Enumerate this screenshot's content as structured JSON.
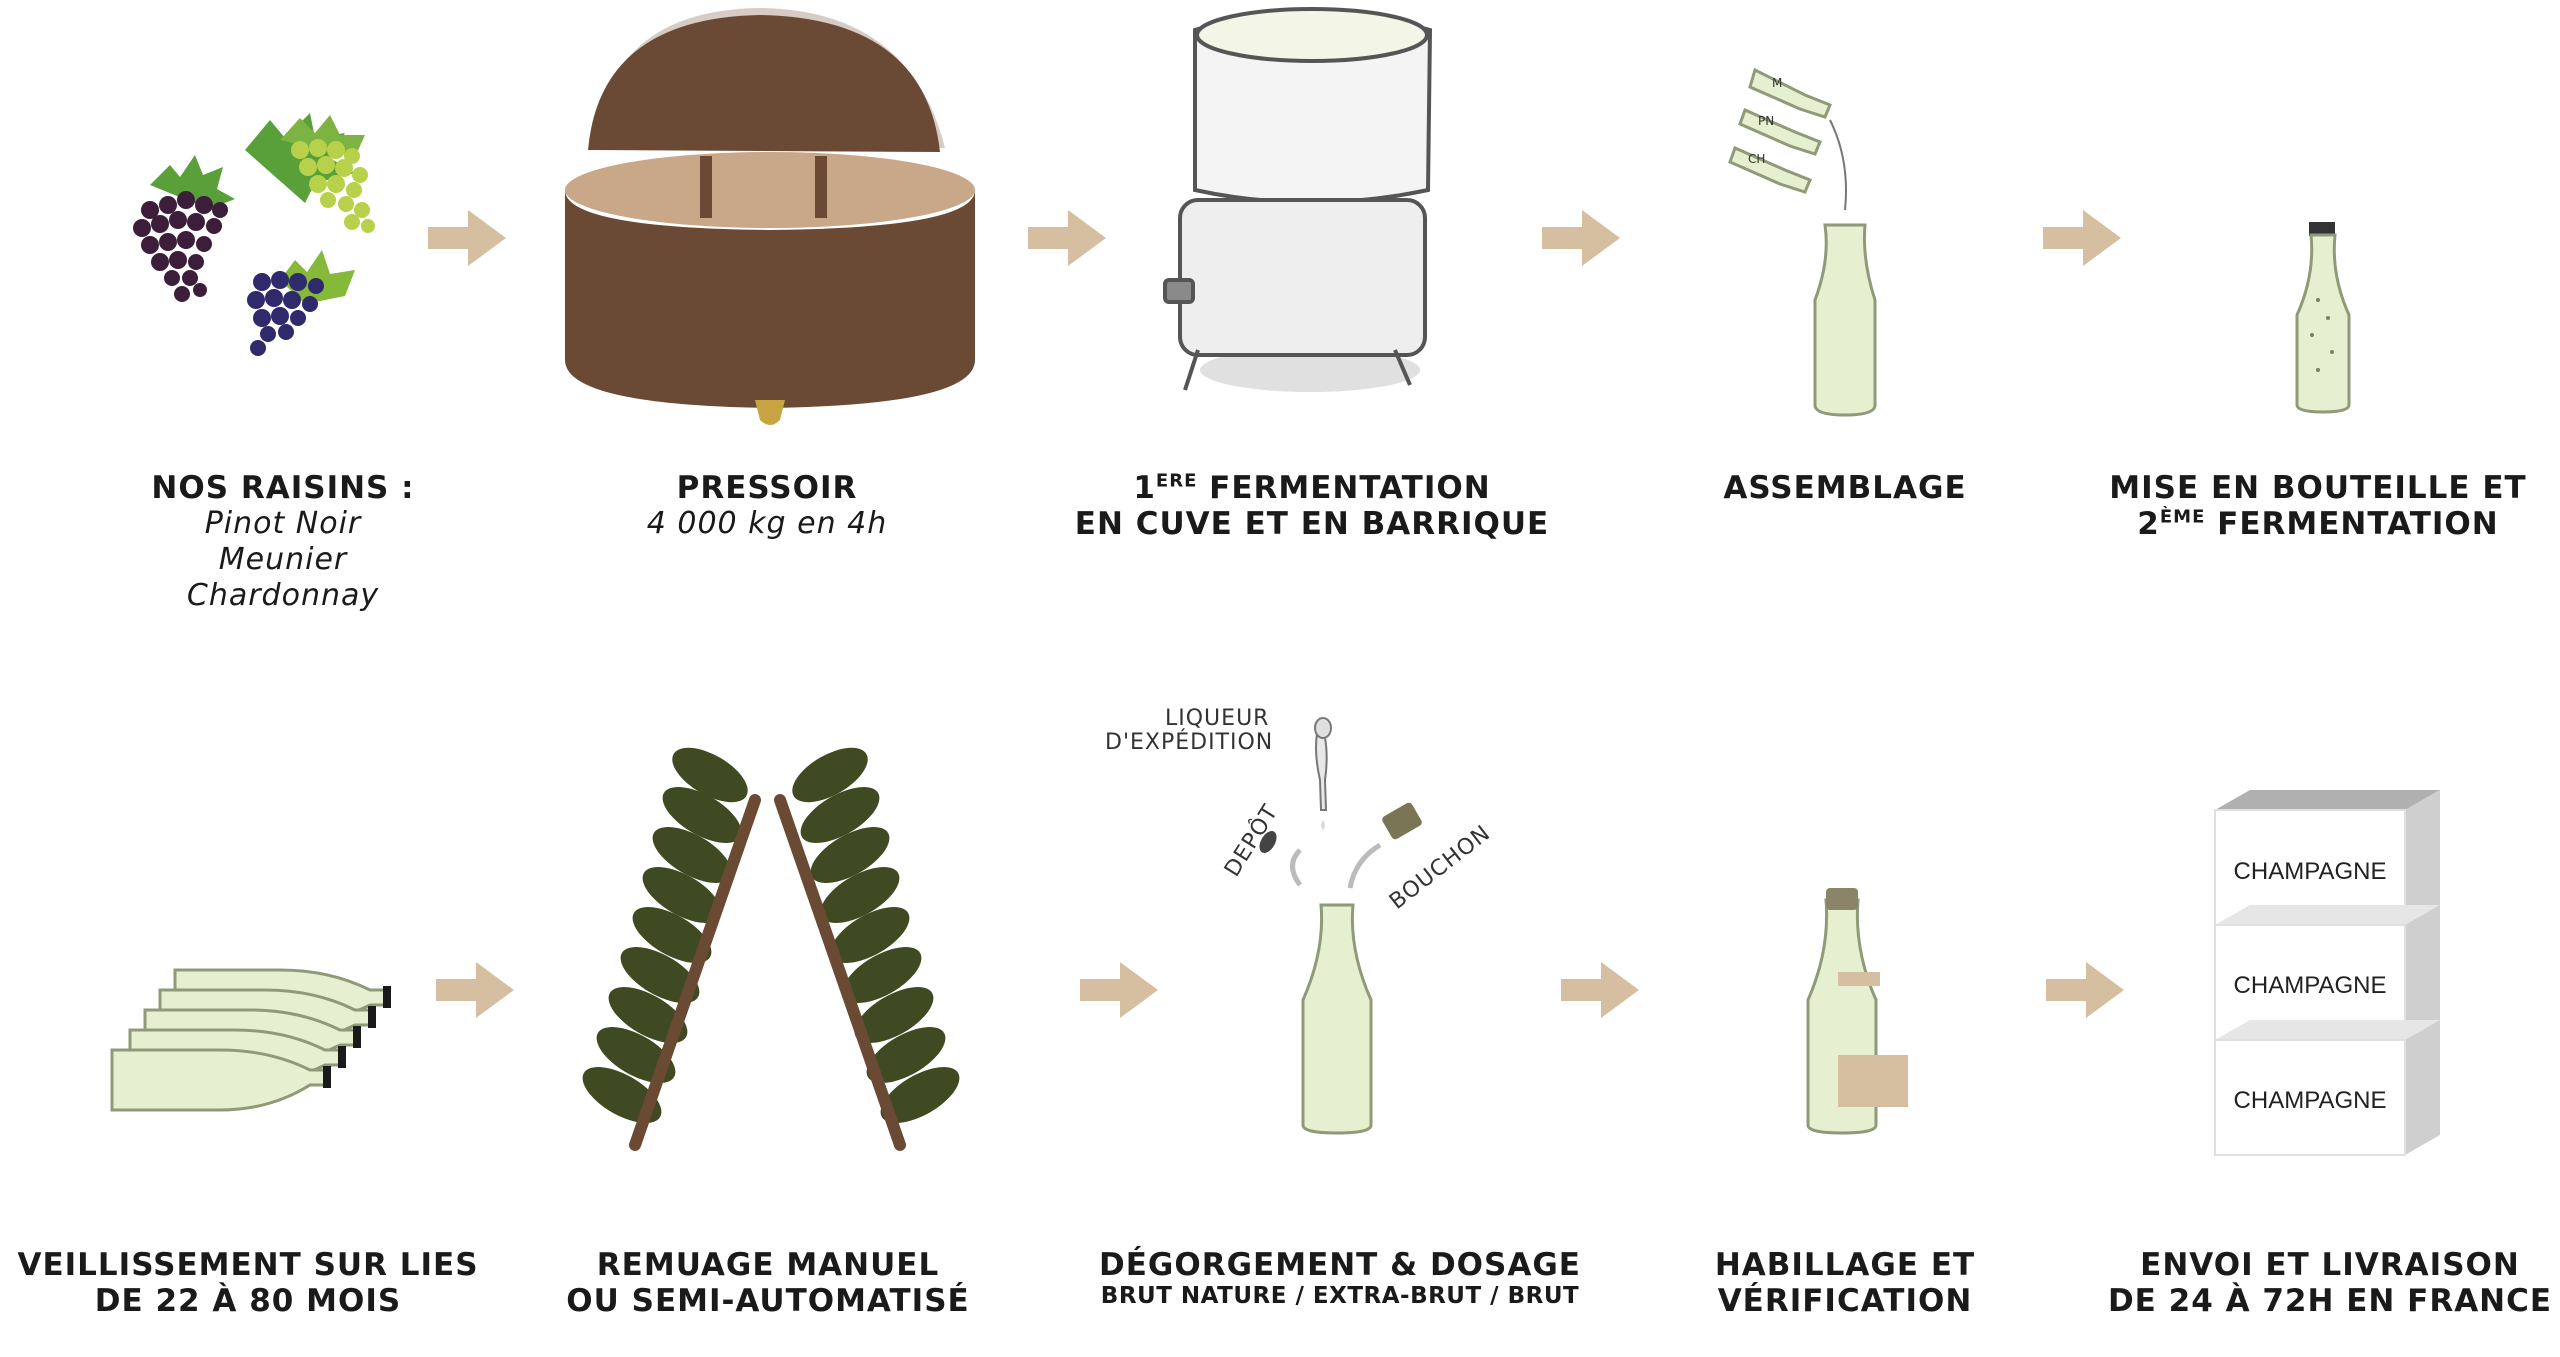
{
  "steps": [
    {
      "title": "NOS RAISINS :",
      "sub": [
        "Pinot Noir",
        "Meunier",
        "Chardonnay"
      ]
    },
    {
      "title": "PRESSOIR",
      "sub": [
        "4 000 kg en 4h"
      ]
    },
    {
      "title_sup": "ERE",
      "title_rest": " FERMENTATION",
      "title_pre": "1",
      "title2": "EN CUVE ET EN BARRIQUE"
    },
    {
      "title": "ASSEMBLAGE"
    },
    {
      "title": "MISE EN BOUTEILLE ET",
      "title2_pre": "2",
      "title2_sup": "ÈME",
      "title2_rest": " FERMENTATION"
    },
    {
      "title": "VEILLISSEMENT SUR LIES",
      "title2": "DE 22 À 80 MOIS"
    },
    {
      "title": "REMUAGE MANUEL",
      "title2": "OU SEMI-AUTOMATISÉ"
    },
    {
      "title": "DÉGORGEMENT & DOSAGE",
      "note": "BRUT NATURE / EXTRA-BRUT / BRUT"
    },
    {
      "title": "HABILLAGE ET",
      "title2": "VÉRIFICATION"
    },
    {
      "title": "ENVOI ET LIVRAISON",
      "title2": "DE 24 À 72H EN FRANCE"
    }
  ],
  "annotations": {
    "liqueur_line1": "LIQUEUR",
    "liqueur_line2": "D'EXPÉDITION",
    "depot": "DEPÔT",
    "bouchon": "BOUCHON",
    "tag_m": "M",
    "tag_pn": "PN",
    "tag_ch": "CH"
  },
  "boxes": [
    "CHAMPAGNE",
    "CHAMPAGNE",
    "CHAMPAGNE"
  ],
  "colors": {
    "arrow": "#d6bea0",
    "press_dark": "#6a4a35",
    "press_light": "#c9a88a",
    "bottle": "#e6efcf",
    "bottle_outline": "#8f9a78",
    "rack_bottle": "#3f4a22",
    "rack_bar": "#6b4a34",
    "grape_dark": "#3d1e3a",
    "grape_green": "#b7d24a",
    "leaf": "#5aa03a"
  }
}
